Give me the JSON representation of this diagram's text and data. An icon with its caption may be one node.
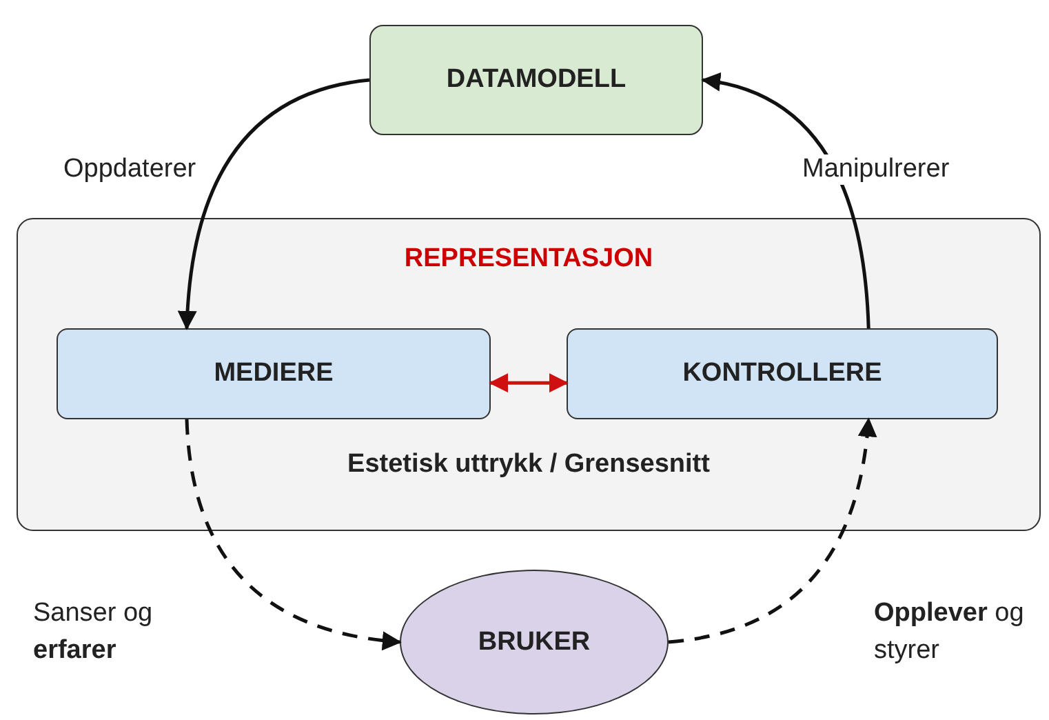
{
  "diagram": {
    "nodes": [
      {
        "text": [
          "DATAMODELL"
        ]
      },
      {
        "text": [
          "REPRESENTASJON",
          "Estetisk uttrykk / Grensesnitt"
        ]
      },
      {
        "text": [
          "MEDIERE"
        ],
        "in": 1
      },
      {
        "text": [
          "KONTROLLERE"
        ],
        "in": 1
      },
      {
        "text": [
          "BRUKER"
        ]
      }
    ],
    "edges": [
      {
        "from": 0,
        "to": 2,
        "arrow": "to",
        "label": "Oppdaterer"
      },
      {
        "from": 3,
        "to": 0,
        "arrow": "to",
        "label": "Manipulrerer"
      },
      {
        "from": 2,
        "to": 3,
        "arrow": "both",
        "color": "#d01010"
      },
      {
        "from": 2,
        "to": 4,
        "arrow": "to",
        "style": "dashed",
        "label": "Sanser og **erfarer**"
      },
      {
        "from": 4,
        "to": 3,
        "arrow": "to",
        "style": "dashed",
        "label": "**Opplever** og styrer"
      }
    ]
  }
}
